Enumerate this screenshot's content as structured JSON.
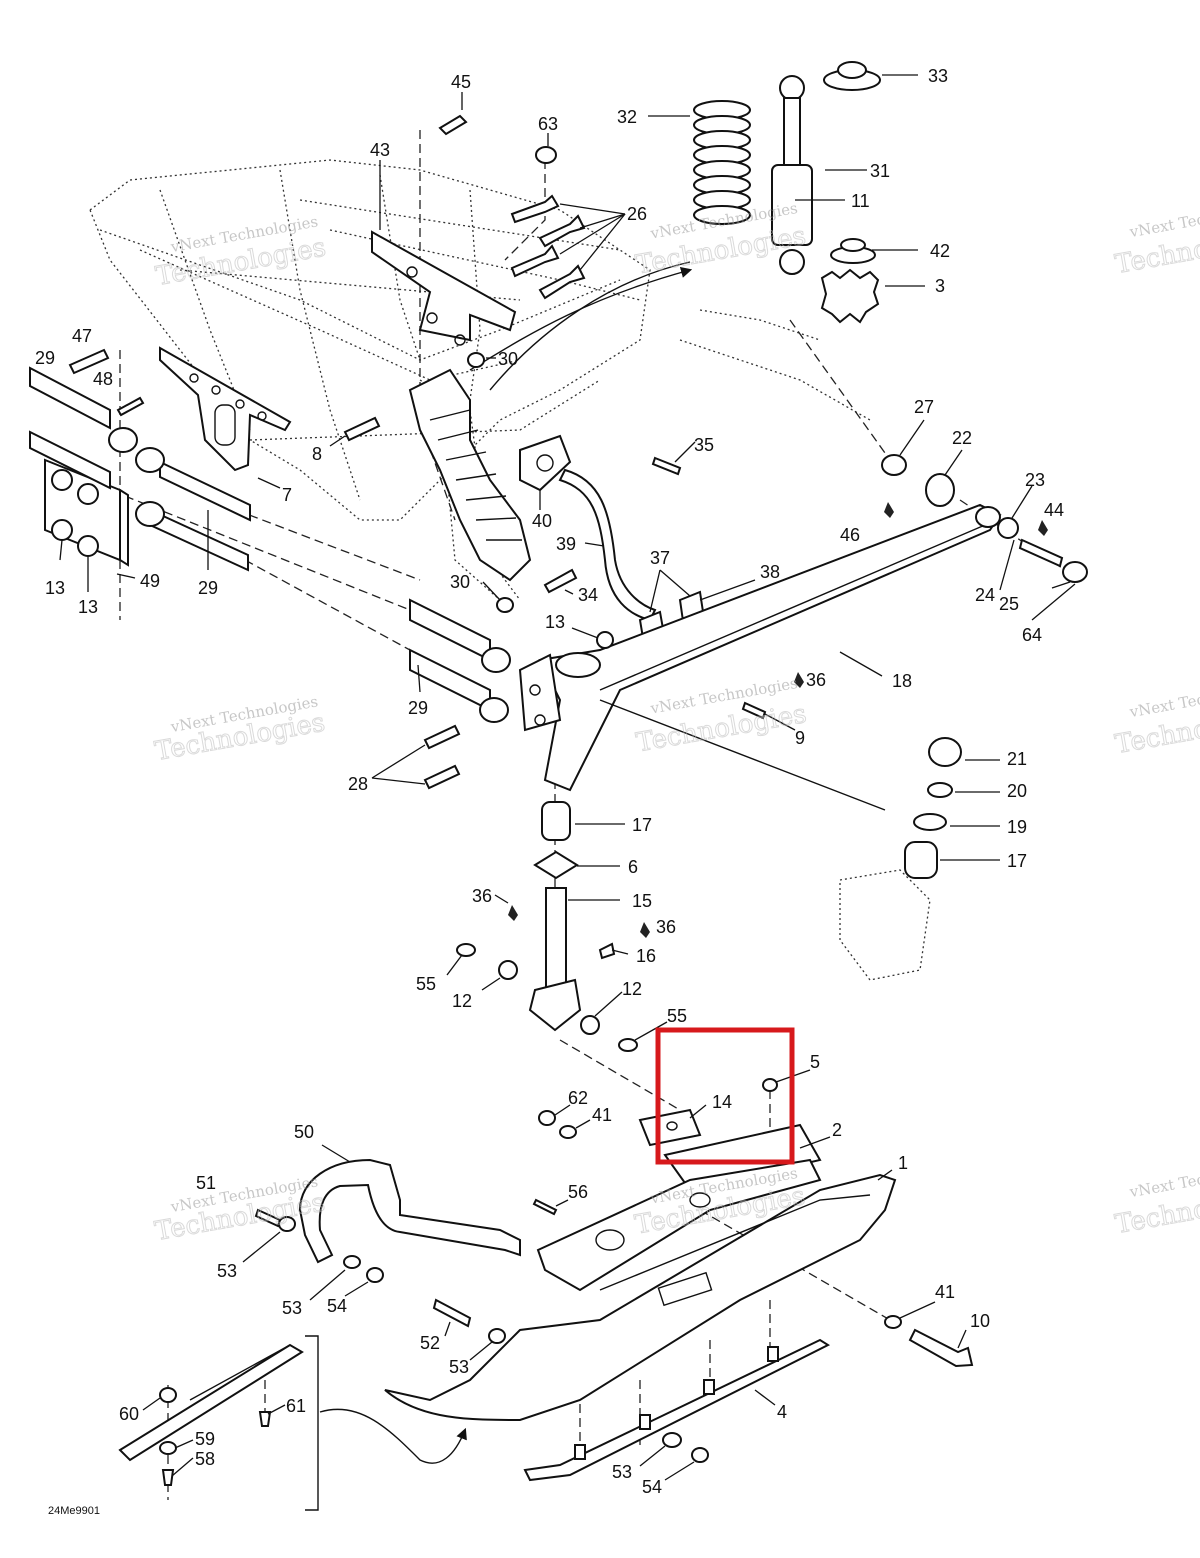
{
  "diagram_code": "24Me9901",
  "watermark": {
    "line1": "vNext Technologies",
    "line2": "Technologies"
  },
  "highlight_color": "#d7191c",
  "callouts": [
    {
      "id": "c1",
      "text": "1"
    },
    {
      "id": "c2",
      "text": "2"
    },
    {
      "id": "c3",
      "text": "3"
    },
    {
      "id": "c4",
      "text": "4"
    },
    {
      "id": "c5",
      "text": "5"
    },
    {
      "id": "c6",
      "text": "6"
    },
    {
      "id": "c7",
      "text": "7"
    },
    {
      "id": "c8",
      "text": "8"
    },
    {
      "id": "c9",
      "text": "9"
    },
    {
      "id": "c10",
      "text": "10"
    },
    {
      "id": "c11",
      "text": "11"
    },
    {
      "id": "c12a",
      "text": "12"
    },
    {
      "id": "c12b",
      "text": "12"
    },
    {
      "id": "c13a",
      "text": "13"
    },
    {
      "id": "c13b",
      "text": "13"
    },
    {
      "id": "c13c",
      "text": "13"
    },
    {
      "id": "c14",
      "text": "14"
    },
    {
      "id": "c15",
      "text": "15"
    },
    {
      "id": "c16",
      "text": "16"
    },
    {
      "id": "c17a",
      "text": "17"
    },
    {
      "id": "c17b",
      "text": "17"
    },
    {
      "id": "c18",
      "text": "18"
    },
    {
      "id": "c19",
      "text": "19"
    },
    {
      "id": "c20",
      "text": "20"
    },
    {
      "id": "c21",
      "text": "21"
    },
    {
      "id": "c22",
      "text": "22"
    },
    {
      "id": "c23",
      "text": "23"
    },
    {
      "id": "c24",
      "text": "24"
    },
    {
      "id": "c25",
      "text": "25"
    },
    {
      "id": "c26",
      "text": "26"
    },
    {
      "id": "c27",
      "text": "27"
    },
    {
      "id": "c28",
      "text": "28"
    },
    {
      "id": "c29a",
      "text": "29"
    },
    {
      "id": "c29b",
      "text": "29"
    },
    {
      "id": "c29c",
      "text": "29"
    },
    {
      "id": "c30a",
      "text": "30"
    },
    {
      "id": "c30b",
      "text": "30"
    },
    {
      "id": "c31",
      "text": "31"
    },
    {
      "id": "c32",
      "text": "32"
    },
    {
      "id": "c33",
      "text": "33"
    },
    {
      "id": "c34",
      "text": "34"
    },
    {
      "id": "c35",
      "text": "35"
    },
    {
      "id": "c36a",
      "text": "36"
    },
    {
      "id": "c36b",
      "text": "36"
    },
    {
      "id": "c36c",
      "text": "36"
    },
    {
      "id": "c37",
      "text": "37"
    },
    {
      "id": "c38",
      "text": "38"
    },
    {
      "id": "c39",
      "text": "39"
    },
    {
      "id": "c40",
      "text": "40"
    },
    {
      "id": "c41a",
      "text": "41"
    },
    {
      "id": "c41b",
      "text": "41"
    },
    {
      "id": "c42",
      "text": "42"
    },
    {
      "id": "c43",
      "text": "43"
    },
    {
      "id": "c44",
      "text": "44"
    },
    {
      "id": "c45",
      "text": "45"
    },
    {
      "id": "c46",
      "text": "46"
    },
    {
      "id": "c47",
      "text": "47"
    },
    {
      "id": "c48",
      "text": "48"
    },
    {
      "id": "c49",
      "text": "49"
    },
    {
      "id": "c50",
      "text": "50"
    },
    {
      "id": "c51",
      "text": "51"
    },
    {
      "id": "c52",
      "text": "52"
    },
    {
      "id": "c53a",
      "text": "53"
    },
    {
      "id": "c53b",
      "text": "53"
    },
    {
      "id": "c53c",
      "text": "53"
    },
    {
      "id": "c53d",
      "text": "53"
    },
    {
      "id": "c54a",
      "text": "54"
    },
    {
      "id": "c54b",
      "text": "54"
    },
    {
      "id": "c55a",
      "text": "55"
    },
    {
      "id": "c55b",
      "text": "55"
    },
    {
      "id": "c56",
      "text": "56"
    },
    {
      "id": "c58",
      "text": "58"
    },
    {
      "id": "c59",
      "text": "59"
    },
    {
      "id": "c60",
      "text": "60"
    },
    {
      "id": "c61",
      "text": "61"
    },
    {
      "id": "c62",
      "text": "62"
    },
    {
      "id": "c63",
      "text": "63"
    },
    {
      "id": "c64",
      "text": "64"
    }
  ]
}
